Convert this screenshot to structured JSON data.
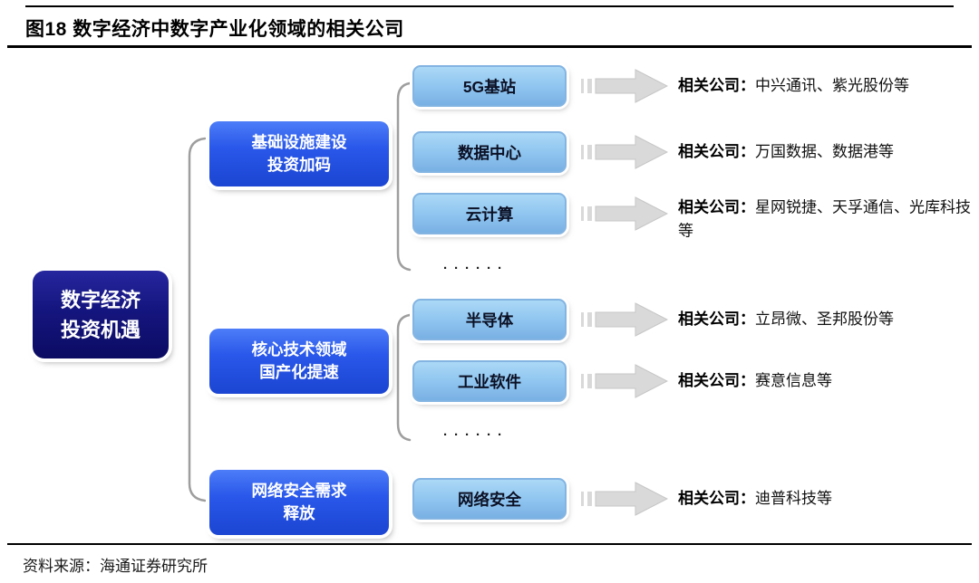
{
  "figure": {
    "title": "图18 数字经济中数字产业化领域的相关公司",
    "source": "资料来源：海通证券研究所"
  },
  "root": {
    "label": "数字经济\n投资机遇"
  },
  "branches": [
    {
      "label": "基础设施建设\n投资加码"
    },
    {
      "label": "核心技术领域\n国产化提速"
    },
    {
      "label": "网络安全需求\n释放"
    }
  ],
  "company_label": "相关公司：",
  "rows": [
    {
      "topic": "5G基站",
      "companies": "中兴通讯、紫光股份等"
    },
    {
      "topic": "数据中心",
      "companies": "万国数据、数据港等"
    },
    {
      "topic": "云计算",
      "companies": "星网锐捷、天孚通信、光库科技等"
    },
    {
      "topic": "半导体",
      "companies": "立昂微、圣邦股份等"
    },
    {
      "topic": "工业软件",
      "companies": "赛意信息等"
    },
    {
      "topic": "网络安全",
      "companies": "迪普科技等"
    }
  ],
  "dots": "······",
  "colors": {
    "root_box": "#12127e",
    "branch_box": "#2a58ea",
    "topic_box": "#90c6f0",
    "topic_border": "#83b4e2",
    "arrow": "#d9d9d9",
    "bracket": "#9e9e9e"
  }
}
